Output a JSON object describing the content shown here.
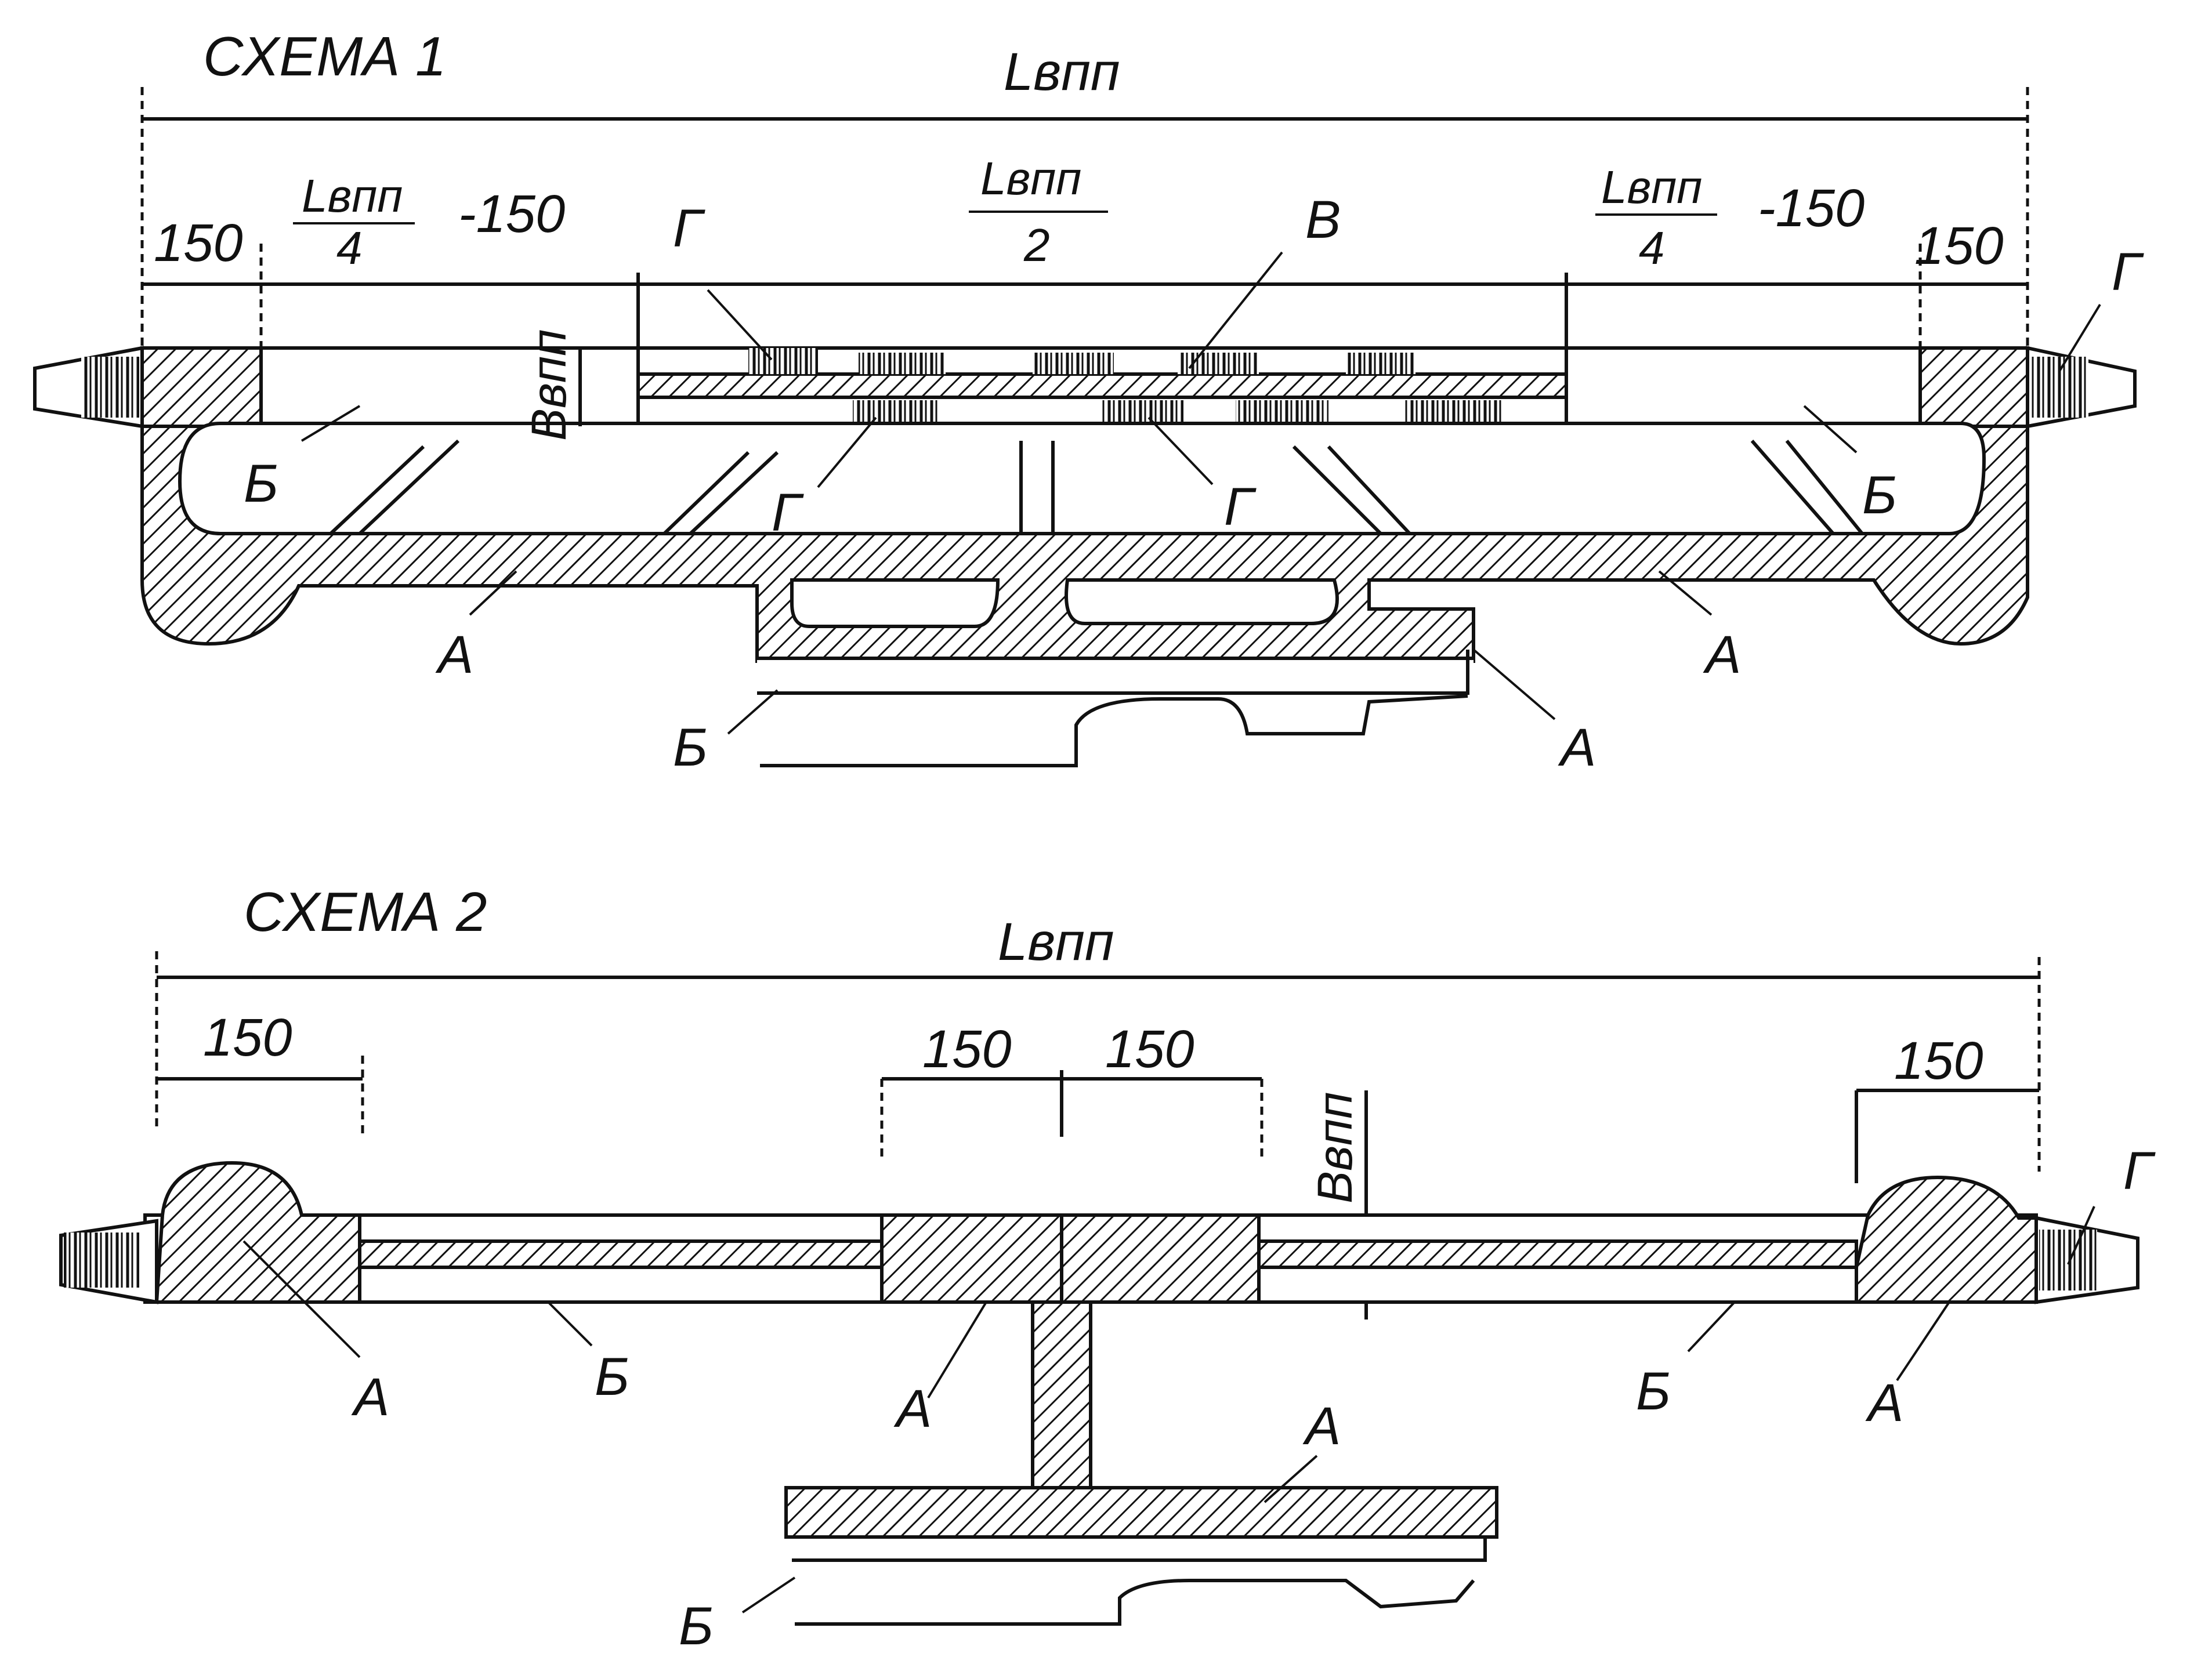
{
  "scheme1": {
    "title": "СХЕМА 1",
    "overall_dim": "Lвпп",
    "dim_left_edge": "150",
    "dim_right_edge": "150",
    "dim_quarter_num": "Lвпп",
    "dim_quarter_den": "4",
    "dim_quarter_suffix": "-150",
    "dim_half_num": "Lвпп",
    "dim_half_den": "2",
    "dim_width": "Bвпп",
    "label_A": "A",
    "label_B": "Б",
    "label_V": "В",
    "label_G": "Г"
  },
  "scheme2": {
    "title": "СХЕМА 2",
    "overall_dim": "Lвпп",
    "dim_150": "150",
    "dim_width": "Bвпп",
    "label_A": "A",
    "label_B": "Б",
    "label_G": "Г"
  },
  "colors": {
    "ink": "#111111",
    "paper": "#ffffff"
  }
}
